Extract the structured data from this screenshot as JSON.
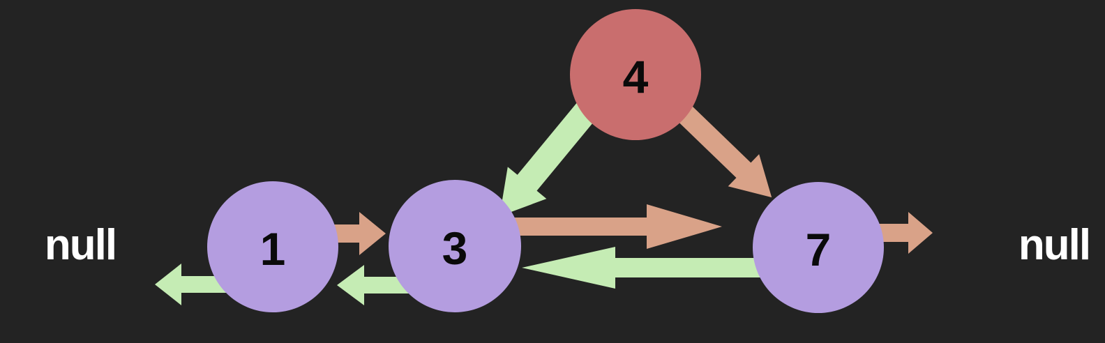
{
  "diagram": {
    "type": "doubly-linked-list-insertion",
    "terminators": {
      "left": "null",
      "right": "null"
    },
    "nodes": [
      {
        "id": "1",
        "label": "1",
        "role": "list-node"
      },
      {
        "id": "3",
        "label": "3",
        "role": "list-node"
      },
      {
        "id": "4",
        "label": "4",
        "role": "inserted-node"
      },
      {
        "id": "7",
        "label": "7",
        "role": "list-node"
      }
    ],
    "edges": [
      {
        "from": "1",
        "to": "3",
        "type": "next"
      },
      {
        "from": "3",
        "to": "7",
        "type": "next"
      },
      {
        "from": "4",
        "to": "7",
        "type": "next"
      },
      {
        "from": "7",
        "to": "null",
        "type": "next"
      },
      {
        "from": "1",
        "to": "null",
        "type": "prev"
      },
      {
        "from": "3",
        "to": "1",
        "type": "prev"
      },
      {
        "from": "4",
        "to": "3",
        "type": "prev"
      },
      {
        "from": "7",
        "to": "3",
        "type": "prev"
      }
    ],
    "colors": {
      "background": "#232323",
      "node_purple": "#b49de0",
      "node_red": "#c96e6e",
      "arrow_next": "#d9a288",
      "arrow_prev": "#c5ecb4",
      "node_text": "#0a0a0a",
      "null_text": "#ffffff"
    }
  }
}
